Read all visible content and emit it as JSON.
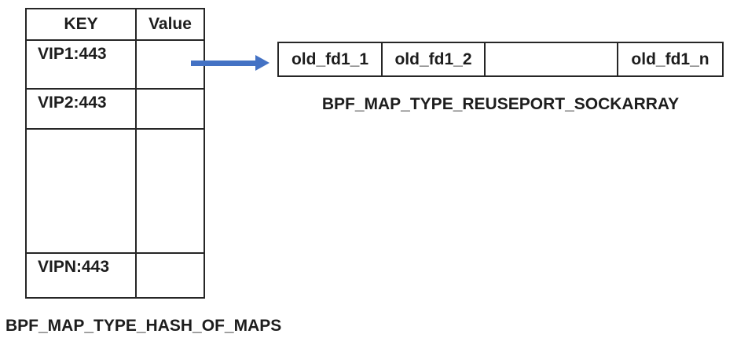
{
  "hash_map": {
    "caption": "BPF_MAP_TYPE_HASH_OF_MAPS",
    "header": {
      "key": "KEY",
      "value": "Value"
    },
    "rows": [
      {
        "key": "VIP1:443",
        "value": ""
      },
      {
        "key": "VIP2:443",
        "value": ""
      },
      {
        "key": "",
        "value": ""
      },
      {
        "key": "VIPN:443",
        "value": ""
      }
    ]
  },
  "sockarray": {
    "caption": "BPF_MAP_TYPE_REUSEPORT_SOCKARRAY",
    "cells": [
      "old_fd1_1",
      "old_fd1_2",
      "",
      "old_fd1_n"
    ]
  },
  "arrow": {
    "icon": "right-arrow-icon",
    "color": "#4472C4",
    "meaning": "lookup from VIP1:443 value to reuseport sockarray"
  },
  "colors": {
    "border": "#262626",
    "text": "#1d1d1d",
    "background": "#ffffff"
  }
}
